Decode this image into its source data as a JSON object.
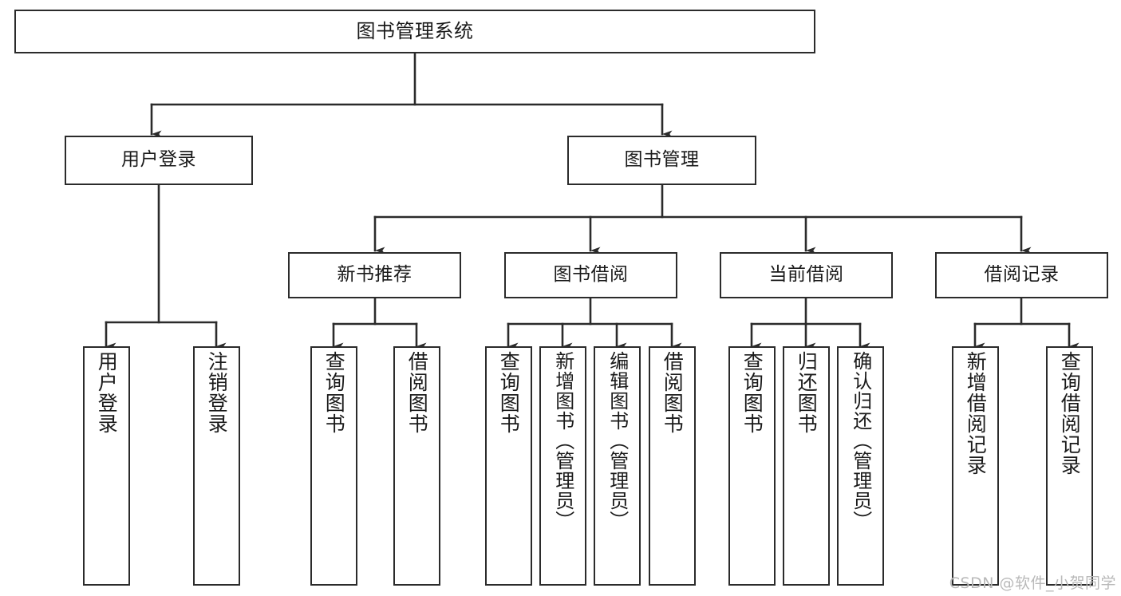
{
  "diagram": {
    "title": "图书管理系统",
    "type": "tree-hierarchy-chart",
    "watermark": "CSDN @软件_小贺同学",
    "colors": {
      "stroke": "#2b2b2b",
      "fill": "#ffffff",
      "text": "#1a1a1a",
      "watermark": "#b9b9b9"
    },
    "levels": {
      "root": {
        "label": "图书管理系统"
      },
      "level2": [
        {
          "id": "user-login",
          "label": "用户登录"
        },
        {
          "id": "book-management",
          "label": "图书管理"
        }
      ],
      "level3": [
        {
          "id": "new-book-recommend",
          "label": "新书推荐"
        },
        {
          "id": "book-borrow",
          "label": "图书借阅"
        },
        {
          "id": "current-borrow",
          "label": "当前借阅"
        },
        {
          "id": "borrow-record",
          "label": "借阅记录"
        }
      ],
      "leaves": {
        "user-login": [
          {
            "id": "leaf-user-login",
            "label": "用户登录"
          },
          {
            "id": "leaf-logout-login",
            "label": "注销登录"
          }
        ],
        "new-book-recommend": [
          {
            "id": "leaf-query-book-1",
            "label": "查询图书"
          },
          {
            "id": "leaf-borrow-book-1",
            "label": "借阅图书"
          }
        ],
        "book-borrow": [
          {
            "id": "leaf-query-book-2",
            "label": "查询图书"
          },
          {
            "id": "leaf-add-book",
            "label": "新增图书（管理员）"
          },
          {
            "id": "leaf-edit-book",
            "label": "编辑图书（管理员）"
          },
          {
            "id": "leaf-borrow-book-2",
            "label": "借阅图书"
          }
        ],
        "current-borrow": [
          {
            "id": "leaf-query-book-3",
            "label": "查询图书"
          },
          {
            "id": "leaf-return-book",
            "label": "归还图书"
          },
          {
            "id": "leaf-confirm-return",
            "label": "确认归还（管理员）"
          }
        ],
        "borrow-record": [
          {
            "id": "leaf-add-record",
            "label": "新增借阅记录"
          },
          {
            "id": "leaf-query-record",
            "label": "查询借阅记录"
          }
        ]
      }
    }
  }
}
